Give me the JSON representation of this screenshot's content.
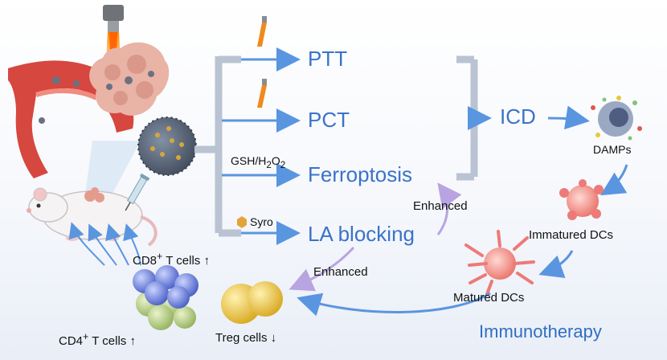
{
  "colors": {
    "accent": "#3b73c8",
    "arrow": "#5a95e0",
    "bracket": "#9fb3cf",
    "laser": "#f08a1e",
    "nanoparticle": "#556275",
    "syro": "#e4a33a",
    "cd8_cells": "#5b6fd1",
    "cd4_cells": "#a9c276",
    "treg_cells": "#e4be3a",
    "dc_cells": "#ec7a78",
    "vessel": "#d6473f",
    "tumor": "#e9b3a6"
  },
  "icons": [
    "laser-fiber-icon",
    "blood-vessel-tumor-icon",
    "nanoparticle-icon",
    "mouse-icon",
    "syringe-icon",
    "cd8-cell-cluster-icon",
    "treg-cell-icon",
    "damps-cell-icon",
    "immature-dc-icon",
    "matured-dc-icon",
    "syro-hexagon-icon"
  ],
  "pathways": {
    "ptt": "PTT",
    "pct": "PCT",
    "ferroptosis": "Ferroptosis",
    "la_blocking": "LA blocking"
  },
  "inputs": {
    "gsh": "GSH/H",
    "sub2": "2",
    "o": "O",
    "syro": "Syro"
  },
  "outcomes": {
    "icd": "ICD",
    "damps": "DAMPs",
    "immatured_dcs": "Immatured DCs",
    "matured_dcs": "Matured DCs",
    "immunotherapy": "Immunotherapy"
  },
  "effects": {
    "enhanced_ferroptosis": "Enhanced",
    "enhanced_treg": "Enhanced"
  },
  "cells": {
    "cd8_prefix": "CD8",
    "cd4_prefix": "CD4",
    "plus": "+",
    "t_cells": " T cells ",
    "treg": "Treg cells ",
    "up": "↑",
    "down": "↓"
  }
}
